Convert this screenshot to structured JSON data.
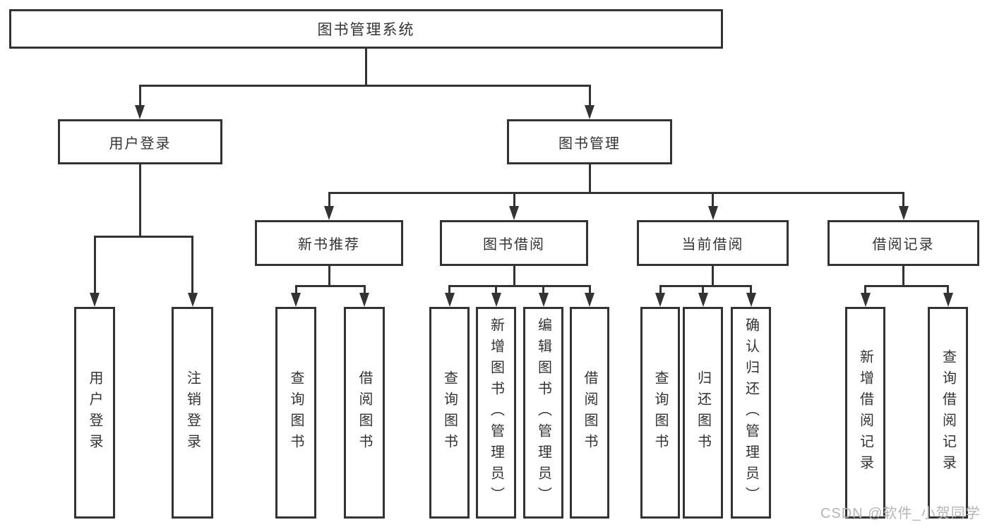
{
  "diagram_title": "图书管理系统",
  "tree": {
    "root": {
      "label": "图书管理系统"
    },
    "branches": [
      {
        "label": "用户登录",
        "children": [
          {
            "label": "用户登录"
          },
          {
            "label": "注销登录"
          }
        ]
      },
      {
        "label": "图书管理",
        "children": [
          {
            "label": "新书推荐",
            "children": [
              {
                "label": "查询图书"
              },
              {
                "label": "借阅图书"
              }
            ]
          },
          {
            "label": "图书借阅",
            "children": [
              {
                "label": "查询图书"
              },
              {
                "label": "新增图书（管理员）"
              },
              {
                "label": "编辑图书（管理员）"
              },
              {
                "label": "借阅图书"
              }
            ]
          },
          {
            "label": "当前借阅",
            "children": [
              {
                "label": "查询图书"
              },
              {
                "label": "归还图书"
              },
              {
                "label": "确认归还（管理员）"
              }
            ]
          },
          {
            "label": "借阅记录",
            "children": [
              {
                "label": "新增借阅记录"
              },
              {
                "label": "查询借阅记录"
              }
            ]
          }
        ]
      }
    ]
  },
  "watermark": "CSDN @软件_小贺同学",
  "colors": {
    "line": "#333333",
    "text": "#333333",
    "box_background": "#ffffff",
    "watermark": "#b5b5b5"
  }
}
